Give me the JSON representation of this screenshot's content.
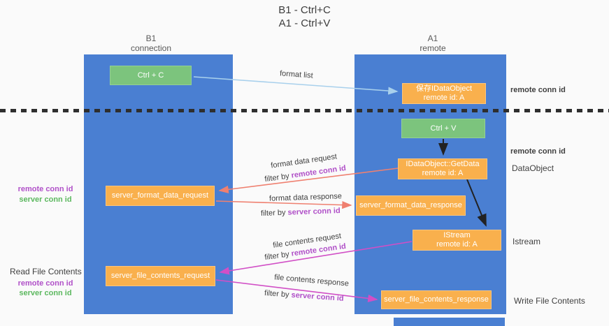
{
  "title": {
    "line1": "B1 - Ctrl+C",
    "line2": "A1 - Ctrl+V"
  },
  "lanes": {
    "left": {
      "title": "B1",
      "subtitle": "connection"
    },
    "right": {
      "title": "A1",
      "subtitle": "remote"
    }
  },
  "boxes": {
    "ctrl_c": {
      "label": "Ctrl + C"
    },
    "save_dataobject": {
      "line1": "保存IDataObject",
      "line2": "remote id: A"
    },
    "ctrl_v": {
      "label": "Ctrl + V"
    },
    "getdata": {
      "line1": "IDataObject::GetData",
      "line2": "remote id: A"
    },
    "istream": {
      "line1": "IStream",
      "line2": "remote id: A"
    },
    "server_format_data_request": {
      "label": "server_format_data_request"
    },
    "server_format_data_response": {
      "label": "server_format_data_response"
    },
    "server_file_contents_request": {
      "label": "server_file_contents_request"
    },
    "server_file_contents_response": {
      "label": "server_file_contents_response"
    }
  },
  "arrow_labels": {
    "format_list": "format list",
    "format_data_request": "format data request",
    "format_data_response": "format data response",
    "file_contents_request": "file contents request",
    "file_contents_response": "file contents response",
    "filter_by": "filter by ",
    "remote_conn_id": "remote conn id",
    "server_conn_id": "server conn id"
  },
  "side_labels": {
    "right_remote_conn_id_top": "remote conn id",
    "right_remote_conn_id_mid": "remote conn id",
    "dataobject": "DataObject",
    "istream": "Istream",
    "write_file_contents": "Write File Contents",
    "left_remote_conn_id_top": "remote conn id",
    "left_server_conn_id_top": "server conn id",
    "read_file_contents": "Read File Contents",
    "left_remote_conn_id_bottom": "remote conn id",
    "left_server_conn_id_bottom": "server conn id"
  },
  "colors": {
    "background": "#fafafa",
    "lane_blue": "#4a7fd2",
    "box_green": "#7cc47d",
    "box_orange": "#f9b04d",
    "label_purple": "#b050c8",
    "label_green": "#5cb85f",
    "arrow_lightblue": "#a8d0ec",
    "arrow_salmon": "#ef8070",
    "arrow_magenta": "#d14fc6",
    "arrow_black": "#222222",
    "dashed_divider": "#2e2e2e"
  }
}
